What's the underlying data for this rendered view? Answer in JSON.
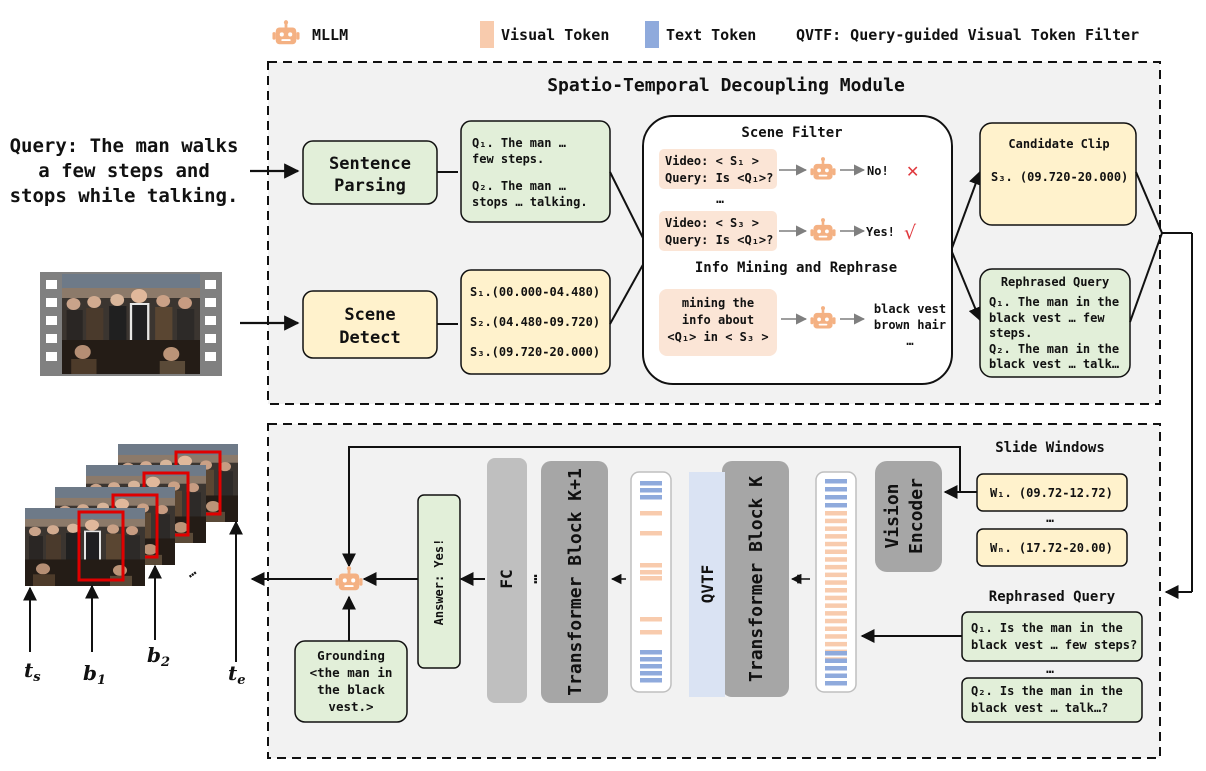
{
  "legend": {
    "mllm": "MLLM",
    "visual_token": "Visual Token",
    "text_token": "Text Token",
    "qvtf": "QVTF: Query-guided Visual Token Filter"
  },
  "colors": {
    "green_box": "#e2efd9",
    "yellow_box": "#fff2cc",
    "peach_token": "#f8cbad",
    "blue_token": "#8faadc",
    "gray_block": "#bfbfbf",
    "qvtf_block": "#dae3f3",
    "red_cross": "#e0393e",
    "module_bg": "#f2f2f2"
  },
  "query": {
    "line1": "Query: The man walks",
    "line2": "a few steps and",
    "line3": "stops while talking."
  },
  "top_module": {
    "title": "Spatio-Temporal Decoupling Module",
    "sentence_parsing": [
      "Sentence",
      "Parsing"
    ],
    "scene_detect": [
      "Scene",
      "Detect"
    ],
    "q_list": {
      "q1": [
        "Q₁. The man …",
        "few steps."
      ],
      "q2": [
        "Q₂. The man …",
        "stops … talking."
      ]
    },
    "s_list": [
      "S₁.(00.000-04.480)",
      "S₂.(04.480-09.720)",
      "S₃.(09.720-20.000)"
    ],
    "scene_filter": {
      "title": "Scene Filter",
      "row1": [
        "Video: < S₁ >",
        "Query: Is <Q₁>?"
      ],
      "row1_answer": "No!",
      "row1_mark": "✕",
      "dots": "…",
      "row2": [
        "Video: < S₃ >",
        "Query: Is <Q₁>?"
      ],
      "row2_answer": "Yes!",
      "row2_mark": "√"
    },
    "info_mining": {
      "title": "Info Mining and Rephrase",
      "input": [
        "mining the",
        "info about",
        "<Q₁> in < S₃ >"
      ],
      "output": [
        "black vest",
        "brown hair",
        "…"
      ]
    },
    "candidate_clip": {
      "title": "Candidate Clip",
      "value": "S₃. (09.720-20.000)"
    },
    "rephrased_query": {
      "title": "Rephrased Query",
      "lines": [
        "Q₁. The man in the",
        "black vest … few",
        "steps.",
        "Q₂. The man in the",
        "black vest … talk…"
      ]
    }
  },
  "bottom_module": {
    "slide_windows_title": "Slide Windows",
    "w1": "W₁. (09.72-12.72)",
    "wn": "Wₙ. (17.72-20.00)",
    "window_dots": "…",
    "vision_encoder": [
      "Vision",
      "Encoder"
    ],
    "transformer_k": "Transformer Block K",
    "qvtf": "QVTF",
    "transformer_k1": "Transformer Block K+1",
    "fc": "FC",
    "hdots": "…",
    "answer": "Answer: Yes!",
    "rephrased_title": "Rephrased Query",
    "rq1": [
      "Q₁. Is the man in the",
      "black vest … few steps?"
    ],
    "rq_dots": "…",
    "rq2": [
      "Q₂. Is the man in the",
      "black vest … talk…?"
    ],
    "grounding": [
      "Grounding",
      "<the man in",
      "the black",
      "vest.>"
    ]
  },
  "output_labels": {
    "ts": "t",
    "ts_sub": "s",
    "b1": "b",
    "b1_sub": "1",
    "b2": "b",
    "b2_sub": "2",
    "te": "t",
    "te_sub": "e",
    "frame_dots": "…"
  }
}
